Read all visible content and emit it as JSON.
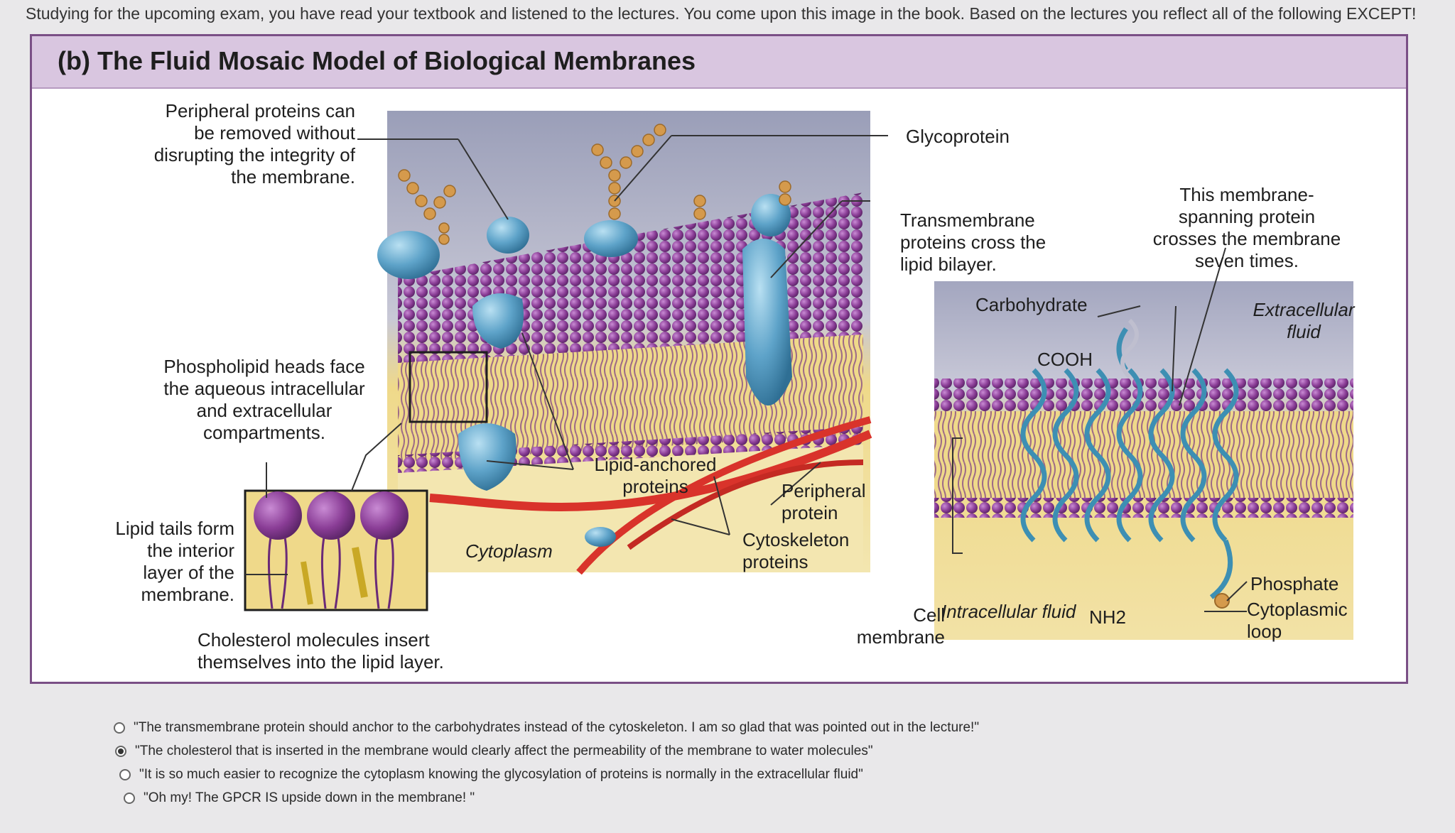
{
  "question": {
    "text": "Studying for the upcoming exam, you have read your textbook and listened to the lectures. You come upon this image in the book. Based on the lectures you reflect all of the following EXCEPT!"
  },
  "figure": {
    "title": "(b) The Fluid Mosaic Model of Biological Membranes",
    "labels": {
      "peripheral_removed": "Peripheral proteins can\nbe removed without\ndisrupting the integrity of\nthe membrane.",
      "heads_face": "Phospholipid heads face\nthe aqueous intracellular\nand extracellular\ncompartments.",
      "lipid_tails": "Lipid tails form\nthe interior\nlayer of the\nmembrane.",
      "cholesterol": "Cholesterol molecules insert\nthemselves into the lipid layer.",
      "lipid_anchored": "Lipid-anchored\nproteins",
      "cytoplasm": "Cytoplasm",
      "peripheral_protein": "Peripheral\nprotein",
      "cytoskeleton": "Cytoskeleton\nproteins",
      "glycoprotein": "Glycoprotein",
      "transmembrane": "Transmembrane\nproteins cross the\nlipid bilayer.",
      "seven_times": "This membrane-\nspanning protein\ncrosses the membrane\nseven times.",
      "carbohydrate": "Carbohydrate",
      "cooh": "COOH",
      "extracellular_fluid": "Extracellular\nfluid",
      "cell_membrane": "Cell\nmembrane",
      "intracellular_fluid": "Intracellular fluid",
      "nh2": "NH2",
      "phosphate": "Phosphate",
      "cytoplasmic_loop": "Cytoplasmic\nloop"
    },
    "colors": {
      "header_band": "#d9c6e0",
      "phospholipid_head": "#8a3d96",
      "lipid_tail_zone": "#efd98a",
      "protein": "#5ea3c9",
      "cytoskeleton": "#d9332b",
      "carbohydrate": "#d59a4c"
    }
  },
  "answers": {
    "options": [
      {
        "text": "\"The transmembrane protein should anchor to the carbohydrates instead of the cytoskeleton. I am so glad that was pointed out in the lecture!\"",
        "selected": false
      },
      {
        "text": "\"The cholesterol that is inserted in the membrane would clearly affect the permeability of the membrane to water molecules\"",
        "selected": true
      },
      {
        "text": "\"It is so much easier to recognize the cytoplasm knowing the glycosylation of proteins is normally in the extracellular fluid\"",
        "selected": false
      },
      {
        "text": "\"Oh my!  The GPCR IS upside down in the membrane! \"",
        "selected": false
      }
    ]
  }
}
